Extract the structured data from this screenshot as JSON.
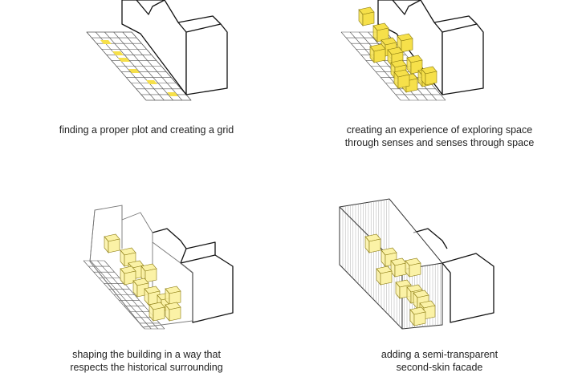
{
  "colors": {
    "cube_fill": "#f6e04a",
    "cube_fill_translucent": "#fbf2a6",
    "line": "#111111",
    "grid": "#555555"
  },
  "panels": [
    {
      "caption_lines": [
        "finding a proper plot and creating a grid"
      ]
    },
    {
      "caption_lines": [
        "creating an experience of exploring space",
        "through senses and senses through space"
      ]
    },
    {
      "caption_lines": [
        "shaping the building in a way that",
        "respects the historical surrounding"
      ]
    },
    {
      "caption_lines": [
        "adding a semi-transparent",
        "second-skin facade"
      ]
    }
  ]
}
